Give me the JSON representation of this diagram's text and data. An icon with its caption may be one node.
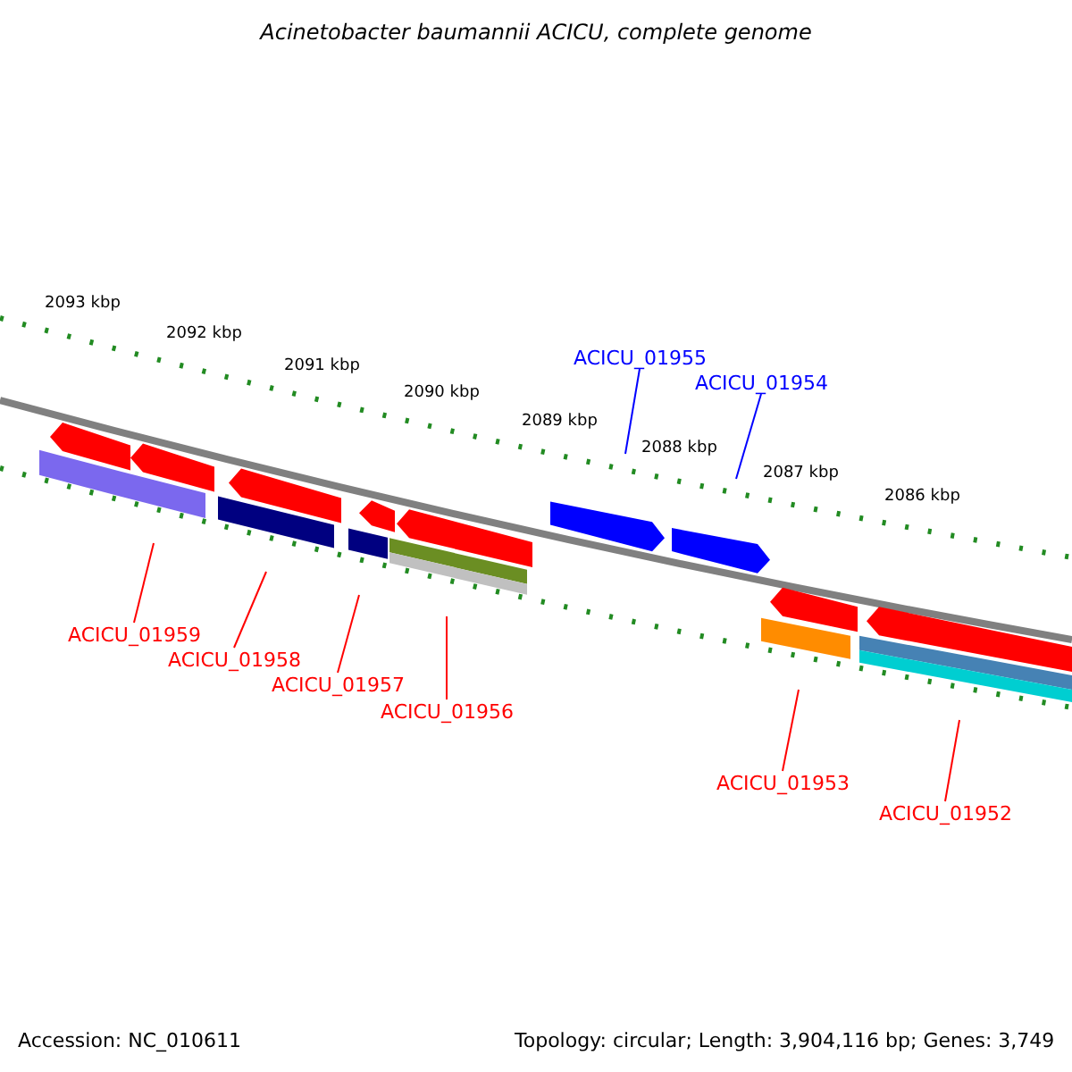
{
  "diagram": {
    "title": "Acinetobacter baumannii ACICU, complete genome",
    "nodes": [
      {
        "text": [
          "ACICU_01955"
        ]
      },
      {
        "text": [
          "ACICU_01954"
        ]
      },
      {
        "text": [
          "ACICU_01959"
        ]
      },
      {
        "text": [
          "ACICU_01958"
        ]
      },
      {
        "text": [
          "ACICU_01957"
        ]
      },
      {
        "text": [
          "ACICU_01956"
        ]
      },
      {
        "text": [
          "ACICU_01953"
        ]
      },
      {
        "text": [
          "ACICU_01952"
        ]
      }
    ],
    "edges": [
      {
        "from": 0,
        "to": null,
        "arrow": "none",
        "color": "#0000ff"
      },
      {
        "from": 1,
        "to": null,
        "arrow": "none",
        "color": "#0000ff"
      },
      {
        "from": 2,
        "to": null,
        "arrow": "none"
      },
      {
        "from": 3,
        "to": null,
        "arrow": "none"
      },
      {
        "from": 4,
        "to": null,
        "arrow": "none"
      },
      {
        "from": 5,
        "to": null,
        "arrow": "none"
      },
      {
        "from": 6,
        "to": null,
        "arrow": "none"
      },
      {
        "from": 7,
        "to": null,
        "arrow": "none"
      }
    ],
    "labels": [
      "2093 kbp",
      "2092 kbp",
      "2091 kbp",
      "2090 kbp",
      "2089 kbp",
      "2088 kbp",
      "2087 kbp",
      "2086 kbp",
      "Accession: NC_010611",
      "Topology: circular; Length: 3,904,116 bp; Genes: 3,749"
    ]
  }
}
